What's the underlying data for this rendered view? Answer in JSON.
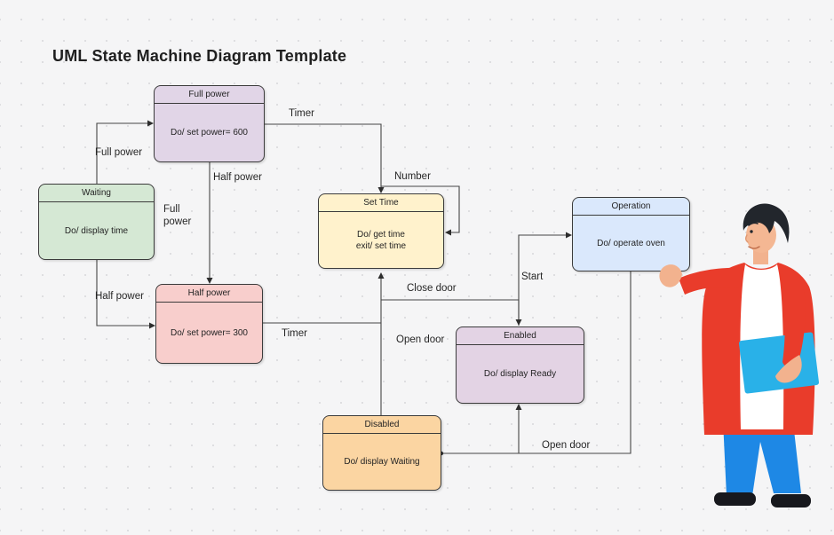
{
  "title": "UML State Machine Diagram Template",
  "diagram": {
    "states": [
      {
        "id": "full-power",
        "name": "Full power",
        "action": "Do/ set power= 600",
        "fill": "#e1d5e7"
      },
      {
        "id": "waiting",
        "name": "Waiting",
        "action": "Do/ display time",
        "fill": "#d5e8d4"
      },
      {
        "id": "set-time",
        "name": "Set Time",
        "action": "Do/ get time\nexit/ set time",
        "fill": "#fff2cc"
      },
      {
        "id": "half-power",
        "name": "Half power",
        "action": "Do/ set power= 300",
        "fill": "#f8cecc"
      },
      {
        "id": "operation",
        "name": "Operation",
        "action": "Do/ operate oven",
        "fill": "#dae8fc"
      },
      {
        "id": "enabled",
        "name": "Enabled",
        "action": "Do/ display Ready",
        "fill": "#e3d3e4"
      },
      {
        "id": "disabled",
        "name": "Disabled",
        "action": "Do/ display Waiting",
        "fill": "#fbd5a2"
      }
    ],
    "labels": {
      "timer_full": "Timer",
      "full_power_left": "Full power",
      "half_power_top": "Half power",
      "full_power_mid": "Full power",
      "half_power_left": "Half power",
      "timer_half": "Timer",
      "number": "Number",
      "close_door": "Close door",
      "start": "Start",
      "open_door_enabled": "Open door",
      "open_door_bottom": "Open door"
    },
    "line_color": "#454545"
  },
  "illustration": {
    "name": "person-presenting",
    "colors": {
      "jacket": "#e93c2b",
      "shirt": "#ffffff",
      "pants": "#1e88e5",
      "folder": "#29b1e8",
      "skin": "#f2b28e",
      "hair": "#22262c",
      "shoes": "#17181d"
    }
  }
}
